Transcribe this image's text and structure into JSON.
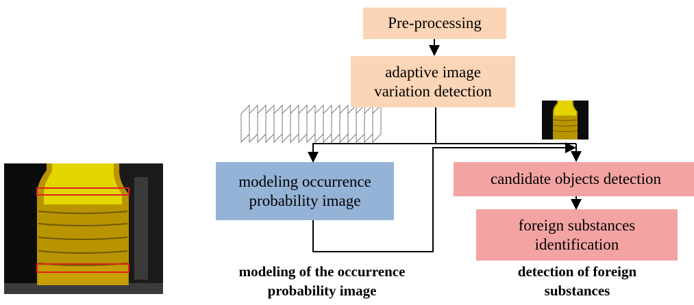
{
  "boxes": {
    "preprocessing": "Pre-processing",
    "adaptive": "adaptive image\nvariation detection",
    "modeling": "modeling occurrence\nprobability image",
    "candidate": "candidate objects detection",
    "foreign": "foreign substances\nidentification"
  },
  "captions": {
    "modeling": "modeling of the occurrence\nprobability image",
    "detection": "detection of foreign\nsubstances"
  },
  "colors": {
    "peach": "#fbd5b5",
    "blue": "#95b3d7",
    "pink": "#f4a3a3",
    "liquid": "#c8a800",
    "highlight": "#e02020"
  },
  "images": {
    "left_photo": "bottle-photo-with-red-highlight-rectangles",
    "small_photo": "bottle-thumbnail",
    "frame_stack": "image-sequence-frames-icon"
  }
}
